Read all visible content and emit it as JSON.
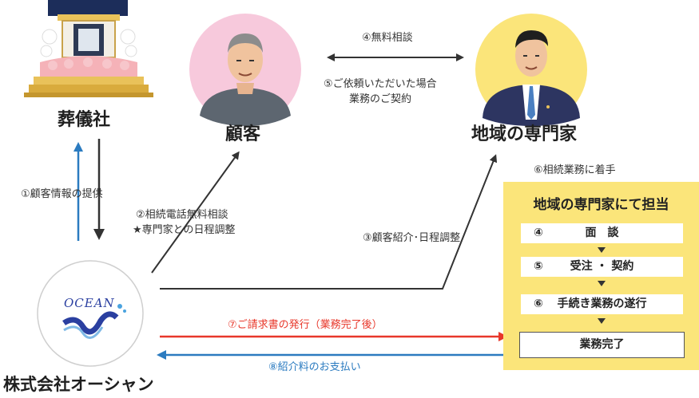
{
  "nodes": {
    "funeral": "葬儀社",
    "customer": "顧客",
    "expert": "地域の専門家",
    "company": "株式会社オーシャン",
    "logo_text": "OCEAN"
  },
  "edges": {
    "e1": "①顧客情報の提供",
    "e2a": "②相続電話無料相談",
    "e2b": "★専門家との日程調整",
    "e3": "③顧客紹介･日程調整",
    "e4": "④無料相談",
    "e5a": "⑤ご依頼いただいた場合",
    "e5b": "業務のご契約",
    "e6": "⑥相続業務に着手",
    "e7": "⑦ご請求書の発行（業務完了後）",
    "e8": "⑧紹介料のお支払い"
  },
  "panel": {
    "title": "地域の専門家にて担当",
    "steps": [
      {
        "num": "④",
        "text": "面　談"
      },
      {
        "num": "⑤",
        "text": "受注 ・ 契約"
      },
      {
        "num": "⑥",
        "text": "手続き業務の遂行"
      }
    ],
    "done": "業務完了"
  },
  "colors": {
    "blue_arrow": "#2b7bc0",
    "red_arrow": "#e8372a",
    "dark_arrow": "#333333",
    "panel_bg": "#fbe57a",
    "customer_circle": "#f7c9dc",
    "expert_circle": "#fbe57a",
    "text_red": "#e8372a",
    "text_blue": "#2b7bc0"
  }
}
